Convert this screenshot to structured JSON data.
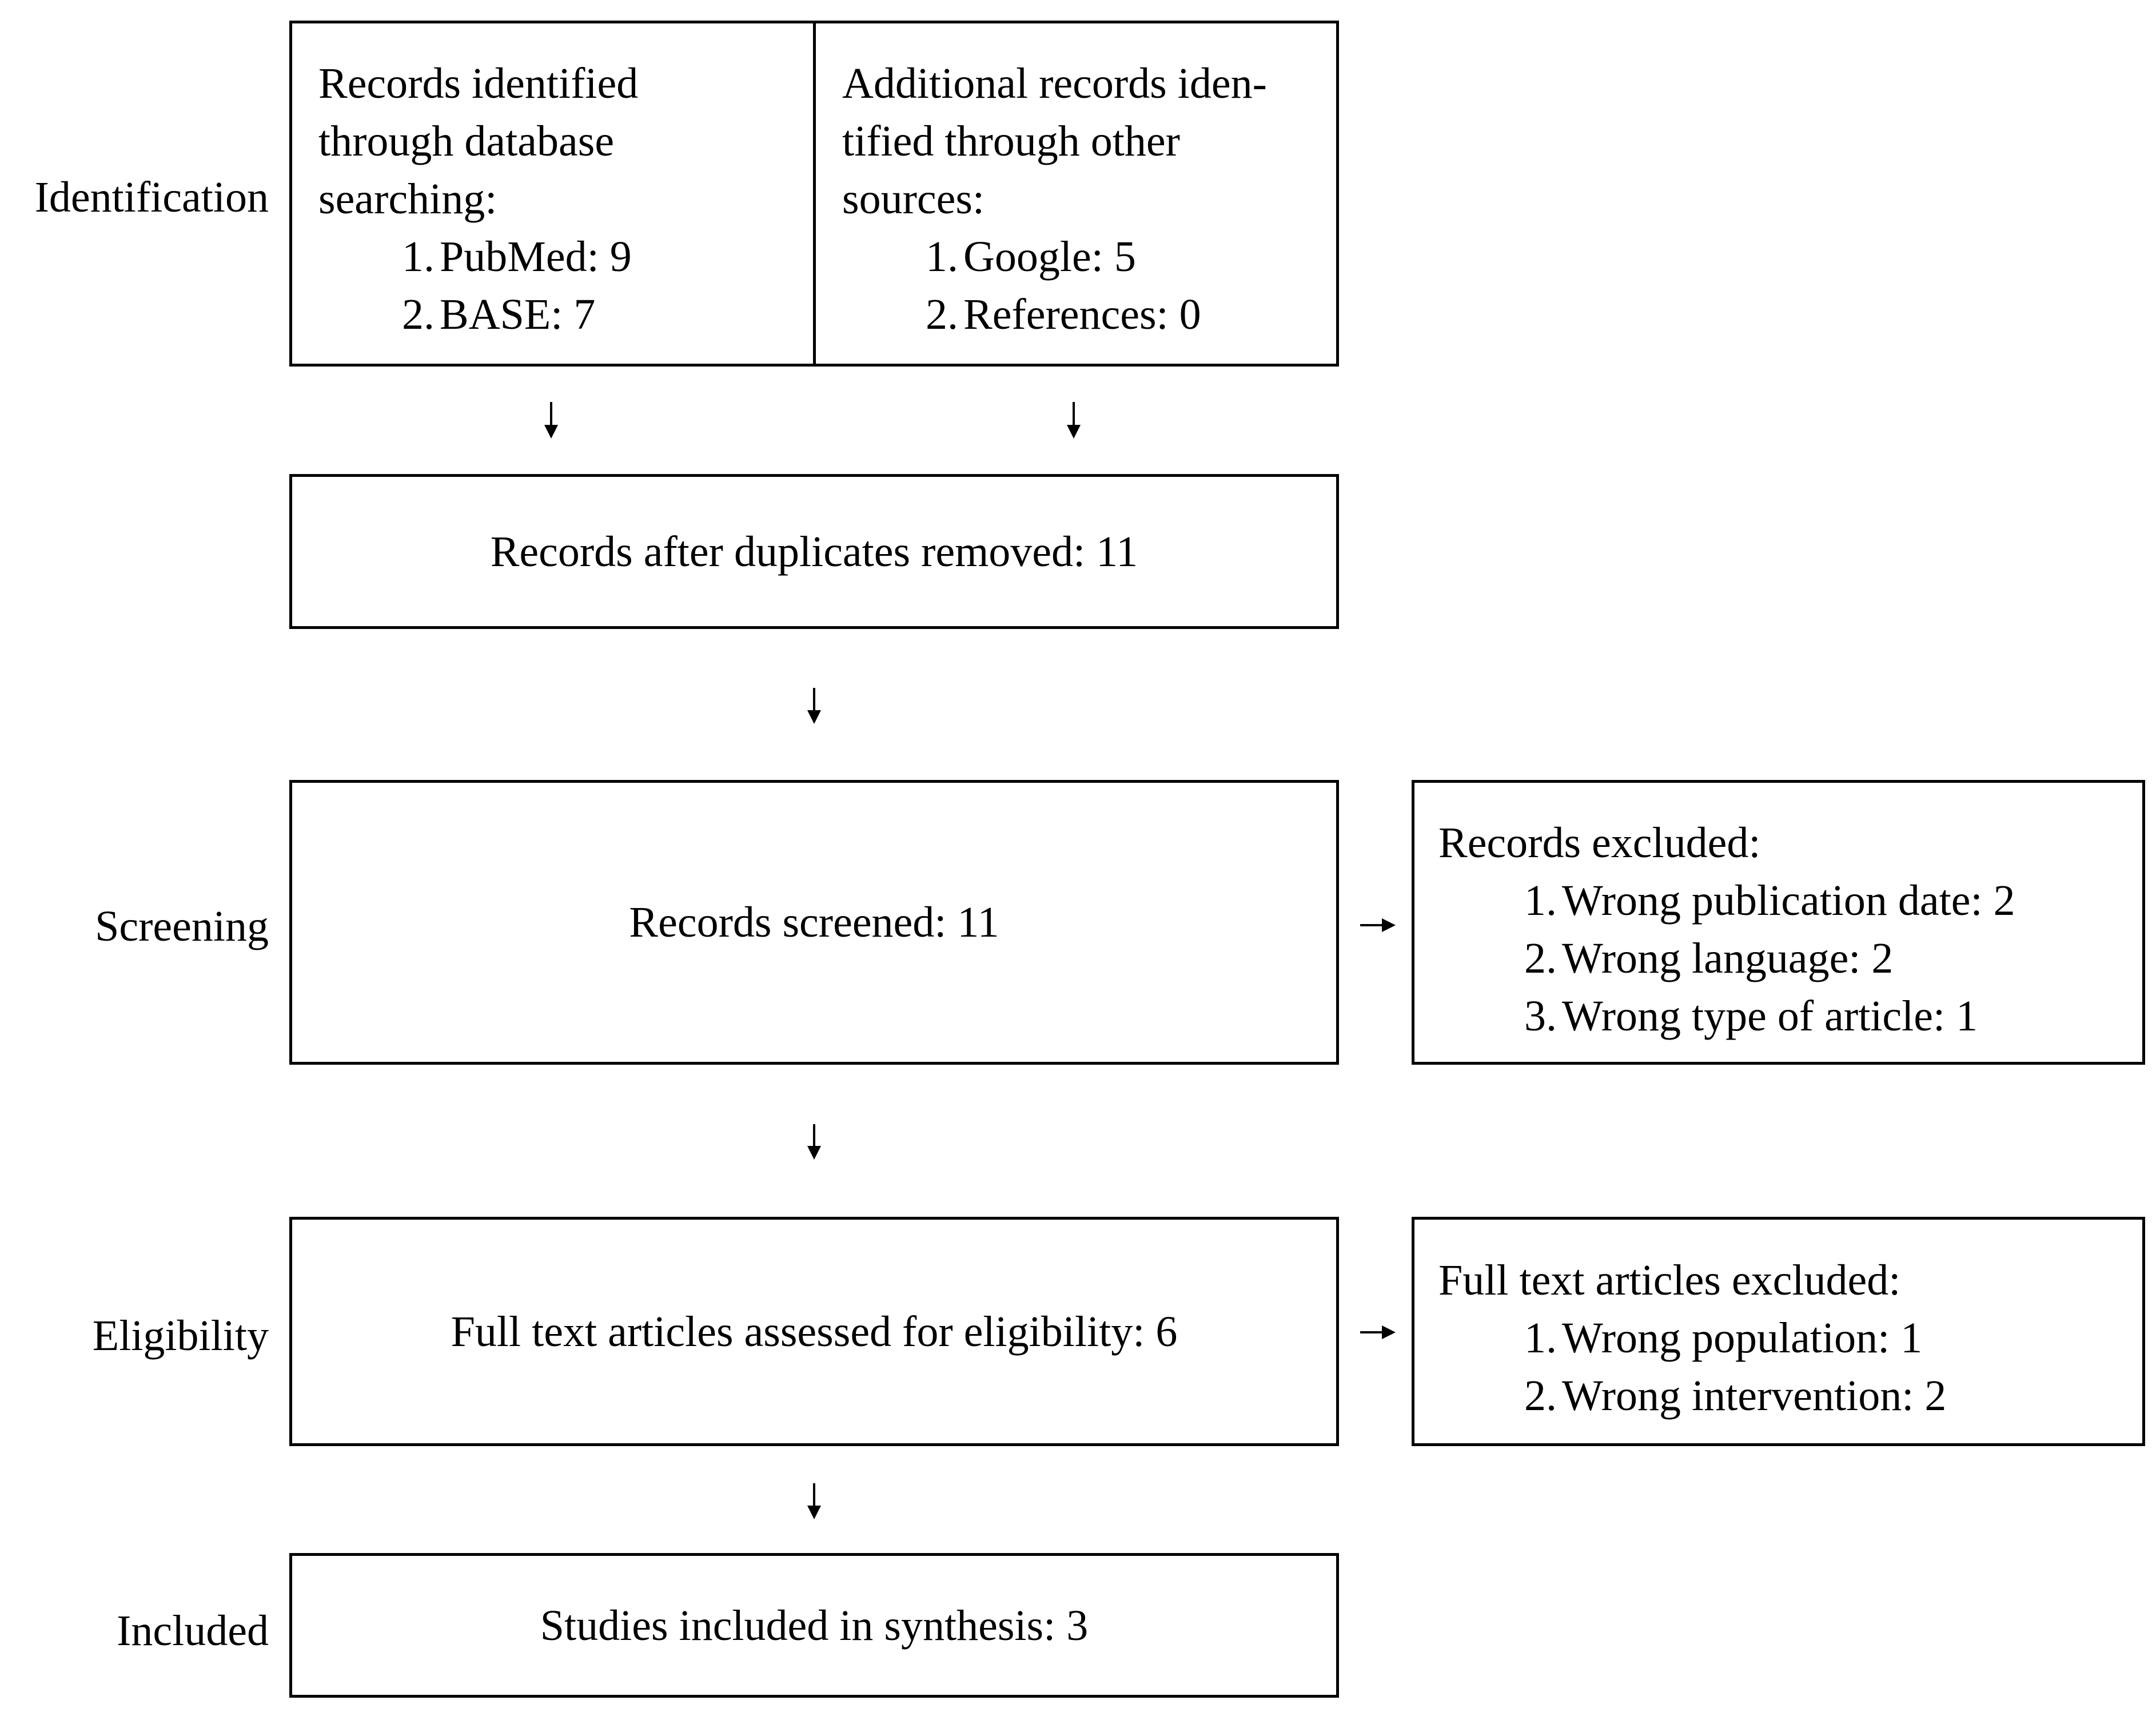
{
  "stages": {
    "identification": "Identification",
    "screening": "Screening",
    "eligibility": "Eligibility",
    "included": "Included"
  },
  "identification": {
    "database": {
      "lines": [
        "Records identified",
        "through database",
        "searching:"
      ],
      "items": [
        {
          "num": "1.",
          "text": "PubMed: 9"
        },
        {
          "num": "2.",
          "text": "BASE: 7"
        }
      ]
    },
    "other": {
      "lines": [
        "Additional records iden-",
        "tified through other",
        "sources:"
      ],
      "items": [
        {
          "num": "1.",
          "text": "Google: 5"
        },
        {
          "num": "2.",
          "text": "References: 0"
        }
      ]
    }
  },
  "duplicates_removed": "Records after duplicates removed: 11",
  "screened": "Records screened: 11",
  "records_excluded": {
    "heading": "Records excluded:",
    "items": [
      {
        "num": "1.",
        "text": "Wrong publication date: 2"
      },
      {
        "num": "2.",
        "text": "Wrong language: 2"
      },
      {
        "num": "3.",
        "text": "Wrong type of article: 1"
      }
    ]
  },
  "full_text_assessed": "Full text articles assessed for eligibility: 6",
  "full_text_excluded": {
    "heading": "Full text articles excluded:",
    "items": [
      {
        "num": "1.",
        "text": "Wrong population: 1"
      },
      {
        "num": "2.",
        "text": "Wrong intervention: 2"
      }
    ]
  },
  "included_studies": "Studies included in synthesis: 3"
}
